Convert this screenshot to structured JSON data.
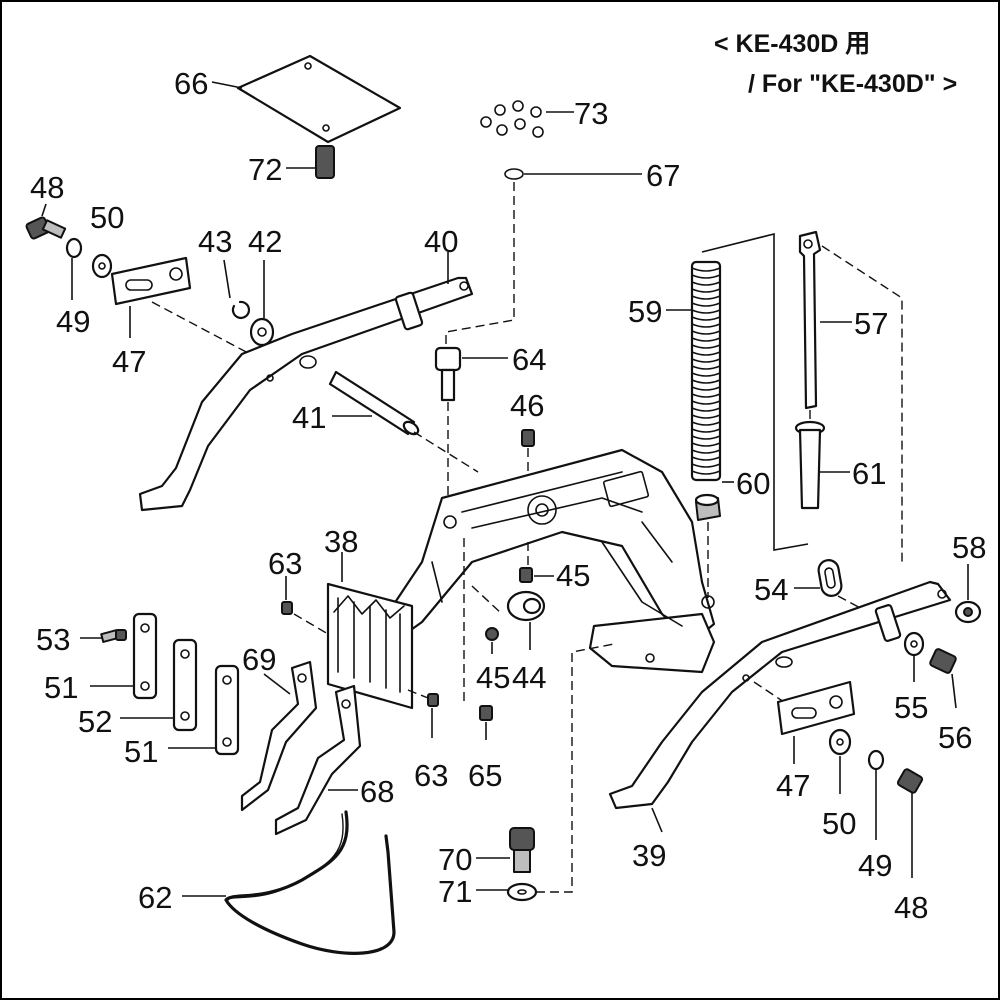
{
  "header": {
    "line1": "< KE-430D 用",
    "line2": "/ For \"KE-430D\" >"
  },
  "labels": {
    "p66": "66",
    "p72": "72",
    "p73": "73",
    "p67": "67",
    "p48a": "48",
    "p50a": "50",
    "p43": "43",
    "p42": "42",
    "p40": "40",
    "p49a": "49",
    "p47a": "47",
    "p41": "41",
    "p64": "64",
    "p46": "46",
    "p59": "59",
    "p57": "57",
    "p60": "60",
    "p61": "61",
    "p38": "38",
    "p63a": "63",
    "p45a": "45",
    "p58": "58",
    "p54": "54",
    "p53": "53",
    "p51a": "51",
    "p52": "52",
    "p51b": "51",
    "p69": "69",
    "p45b": "45",
    "p44": "44",
    "p55": "55",
    "p56": "56",
    "p63b": "63",
    "p65": "65",
    "p47b": "47",
    "p68": "68",
    "p50b": "50",
    "p39": "39",
    "p49b": "49",
    "p70": "70",
    "p71": "71",
    "p62": "62",
    "p48b": "48"
  }
}
